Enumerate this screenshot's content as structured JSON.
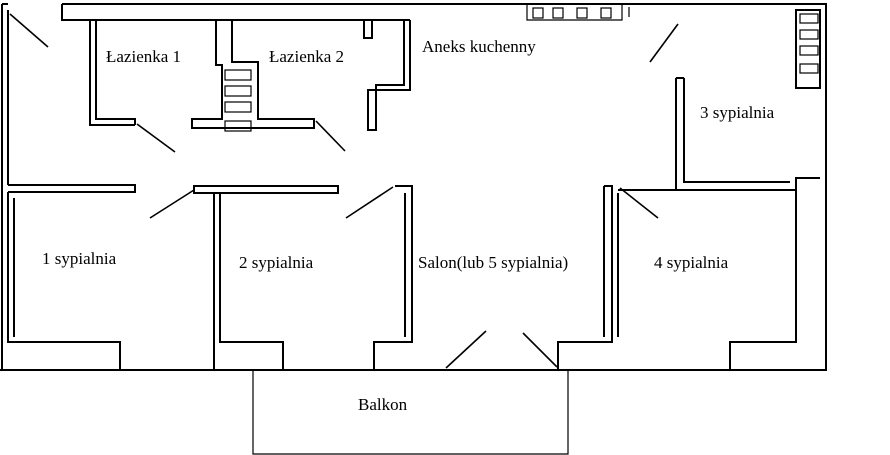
{
  "floor_plan": {
    "rooms": {
      "bathroom_1": "Łazienka 1",
      "bathroom_2": "Łazienka 2",
      "kitchenette": "Aneks kuchenny",
      "bedroom_3": "3 sypialnia",
      "bedroom_1": "1 sypialnia",
      "bedroom_2": "2 sypialnia",
      "living_room": "Salon(lub 5 sypialnia)",
      "bedroom_4": "4 sypialnia",
      "balcony": "Balkon"
    }
  }
}
